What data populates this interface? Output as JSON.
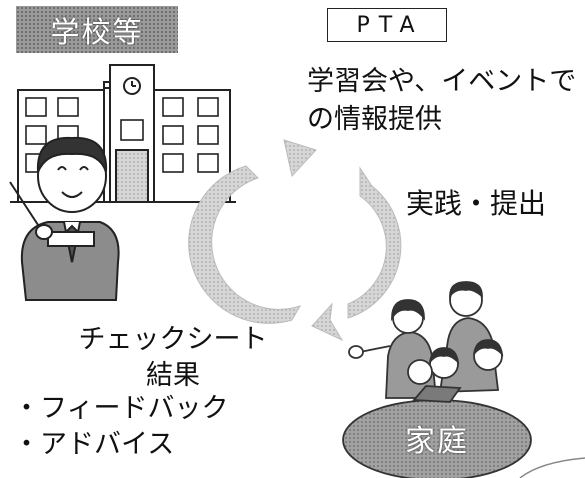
{
  "school": {
    "label": "学校等"
  },
  "pta": {
    "label": "PTA",
    "description_line1": "学習会や、イベントで",
    "description_line2": "の情報提供"
  },
  "practice": {
    "label": "実践・提出"
  },
  "checksheet": {
    "line1": "チェックシート",
    "line2": "結果"
  },
  "feedback": {
    "item1": "・フィードバック",
    "item2": "・アドバイス"
  },
  "home": {
    "label": "家庭"
  },
  "colors": {
    "dots": "#9a9a9a",
    "line": "#222222",
    "arrow": "#a8a8a8"
  },
  "icons": [
    "school-building-icon",
    "teacher-illustration-icon",
    "cycle-arrows-icon",
    "family-illustration-icon"
  ]
}
